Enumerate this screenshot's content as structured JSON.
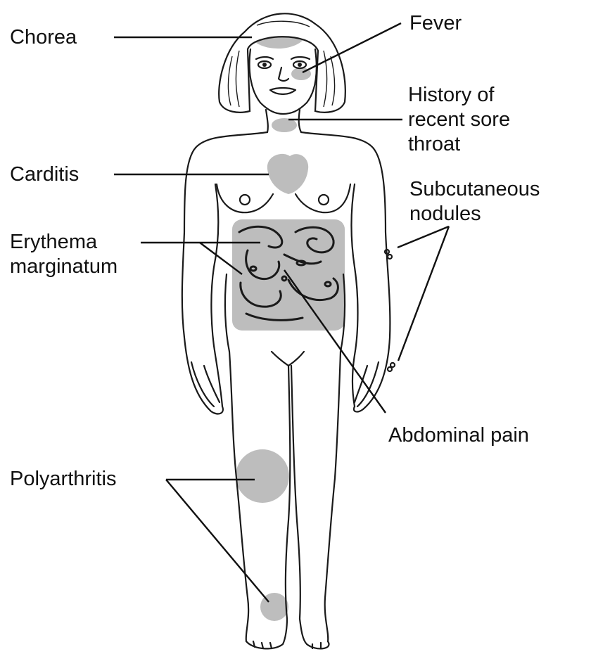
{
  "labels": {
    "chorea": "Chorea",
    "fever": "Fever",
    "sore_throat": [
      "History of",
      "recent sore",
      "throat"
    ],
    "carditis": "Carditis",
    "nodules": [
      "Subcutaneous",
      "nodules"
    ],
    "erythema": [
      "Erythema",
      "marginatum"
    ],
    "abdominal_pain": "Abdominal pain",
    "polyarthritis": "Polyarthritis"
  },
  "colors": {
    "highlight": "#bdbdbd",
    "outline": "#1a1a1a",
    "text": "#111111"
  }
}
